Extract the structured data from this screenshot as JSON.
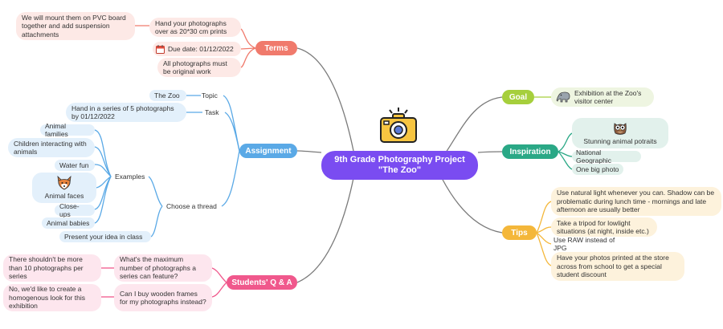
{
  "central": {
    "title": "9th Grade Photography Project",
    "subtitle": "\"The Zoo\"",
    "icon": "camera-icon",
    "color": "#7a4cf1"
  },
  "colors": {
    "terms": "#f07a6c",
    "assignment": "#5aa9e6",
    "qa": "#f0588c",
    "goal": "#a6cf3c",
    "inspiration": "#2aa886",
    "tips": "#f4b73a"
  },
  "terms": {
    "label": "Terms",
    "items": [
      "Hand your photographs over as 20*30 cm prints",
      "Due date: 01/12/2022",
      "All photographs must be original work"
    ],
    "sub": "We will mount them on PVC board together and add suspension attachments"
  },
  "assignment": {
    "label": "Assignment",
    "topic": "Topic",
    "topic_value": "The Zoo",
    "task": "Task",
    "task_value": "Hand in a series of 5 photographs by 01/12/2022",
    "thread": "Choose a thread",
    "examples": "Examples",
    "example_items": [
      "Animal families",
      "Children interacting with animals",
      "Water fun",
      "Animal faces",
      "Close-ups",
      "Animal babies"
    ],
    "present": "Present your idea in class"
  },
  "qa": {
    "label": "Students' Q & A",
    "q1": "What's the maximum number of photographs a series can feature?",
    "a1": "There shouldn't be more than 10 photographs per series",
    "q2": "Can I buy wooden frames for my photographs instead?",
    "a2": "No, we'd like to create a homogenous look for this exhibition"
  },
  "goal": {
    "label": "Goal",
    "item": "Exhibition at the Zoo's visitor center"
  },
  "inspiration": {
    "label": "Inspiration",
    "items": [
      "Stunning animal potraits",
      "National Geographic",
      "One big photo"
    ]
  },
  "tips": {
    "label": "Tips",
    "items": [
      "Use natural light whenever you can. Shadow can be problematic during lunch time - mornings and late afternoon are usually better",
      "Take a tripod for lowlight situations (at night, inside etc.)",
      "Use RAW instead of JPG",
      "Have your photos printed at the store across from school to get a special student discount"
    ]
  }
}
